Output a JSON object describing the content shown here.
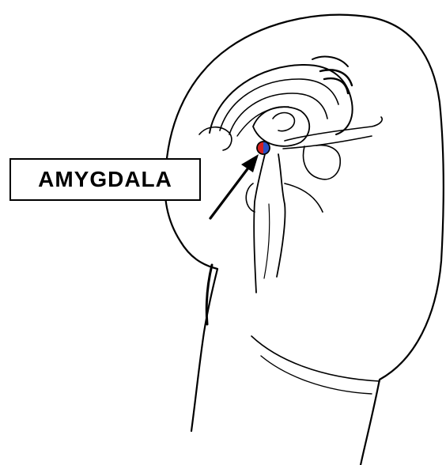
{
  "label": {
    "text": "AMYGDALA"
  },
  "colors": {
    "ink": "#000000",
    "paper": "#ffffff",
    "marker_red": "#d42020",
    "marker_blue": "#2a4fc4"
  },
  "icons": {
    "marker": "amygdala-marker-dot",
    "arrow": "pointer-arrow"
  }
}
